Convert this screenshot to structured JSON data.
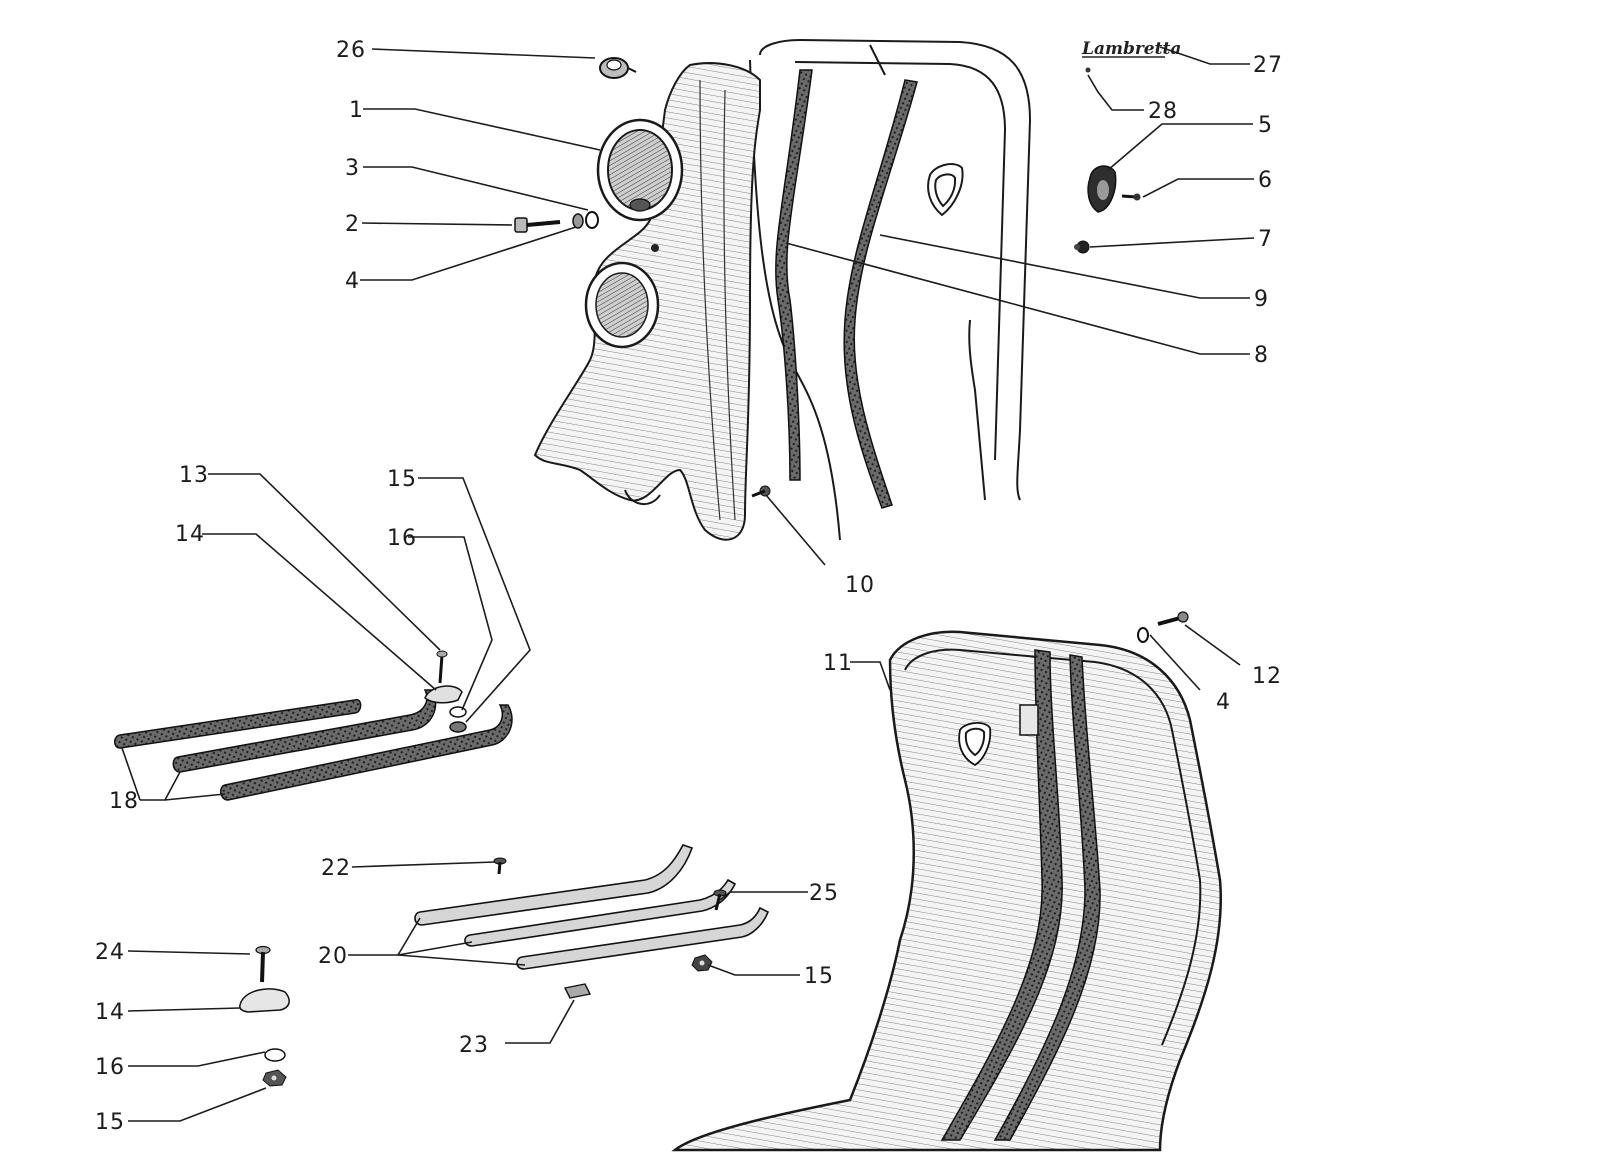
{
  "emblem": {
    "text": "Lambretta",
    "color": "#222222"
  },
  "colors": {
    "ink": "#1c1c1c",
    "paper": "#ffffff",
    "metal": "#d9d9d9",
    "rubber": "#3a3a3a"
  },
  "labels": {
    "l1": "1",
    "l2": "2",
    "l3": "3",
    "l4a": "4",
    "l4b": "4",
    "l5": "5",
    "l6": "6",
    "l7": "7",
    "l8": "8",
    "l9": "9",
    "l10": "10",
    "l11": "11",
    "l12": "12",
    "l13": "13",
    "l14a": "14",
    "l14b": "14",
    "l15a": "15",
    "l15b": "15",
    "l15c": "15",
    "l16a": "16",
    "l16b": "16",
    "l18": "18",
    "l20": "20",
    "l22": "22",
    "l23": "23",
    "l24": "24",
    "l25": "25",
    "l26": "26",
    "l27": "27",
    "l28": "28"
  }
}
